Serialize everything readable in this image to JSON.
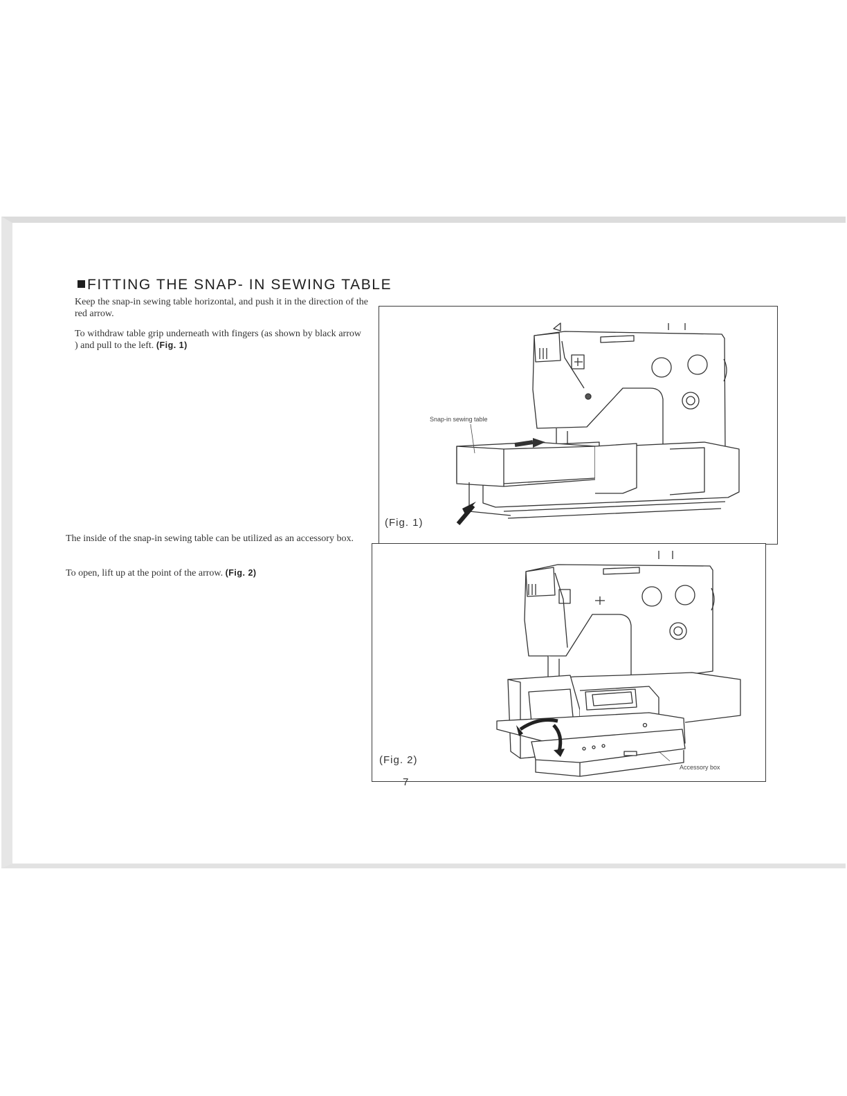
{
  "section": {
    "title": "FITTING THE SNAP- IN  SEWING TABLE"
  },
  "instructions": {
    "fit_table": "Keep the snap-in sewing table horizontal, and push it in the direction of the red arrow.",
    "withdraw_table": "To withdraw table grip underneath with fingers (as shown by black arrow ) and pull to the left.",
    "withdraw_ref": "(Fig. 1)",
    "accessory_box": "The inside of the snap-in sewing table can be utilized as an accessory box.",
    "open_box": "To open, lift up at the point of the arrow.",
    "open_ref": "(Fig. 2)"
  },
  "figures": [
    {
      "caption": "(Fig. 1)",
      "callout": "Snap-in sewing table"
    },
    {
      "caption": "(Fig. 2)",
      "callout": "Accessory box"
    }
  ],
  "footer": {
    "page_number": "7"
  }
}
